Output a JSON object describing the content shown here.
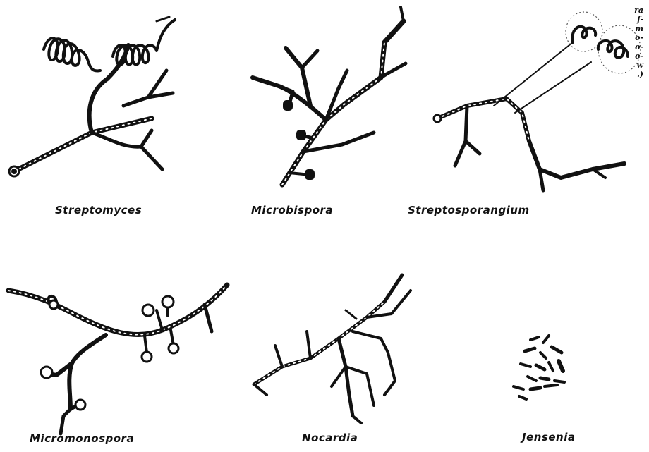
{
  "caption_fragment": [
    "ra",
    "f-",
    "m",
    "o-",
    "o-",
    "o-",
    "w",
    ".)"
  ],
  "organisms": [
    {
      "id": "streptomyces",
      "name": "Streptomyces"
    },
    {
      "id": "microbispora",
      "name": "Microbispora"
    },
    {
      "id": "streptosporangium",
      "name": "Streptosporangium"
    },
    {
      "id": "micromonospora",
      "name": "Micromonospora"
    },
    {
      "id": "nocardia",
      "name": "Nocardia"
    },
    {
      "id": "jensenia",
      "name": "Jensenia"
    }
  ]
}
